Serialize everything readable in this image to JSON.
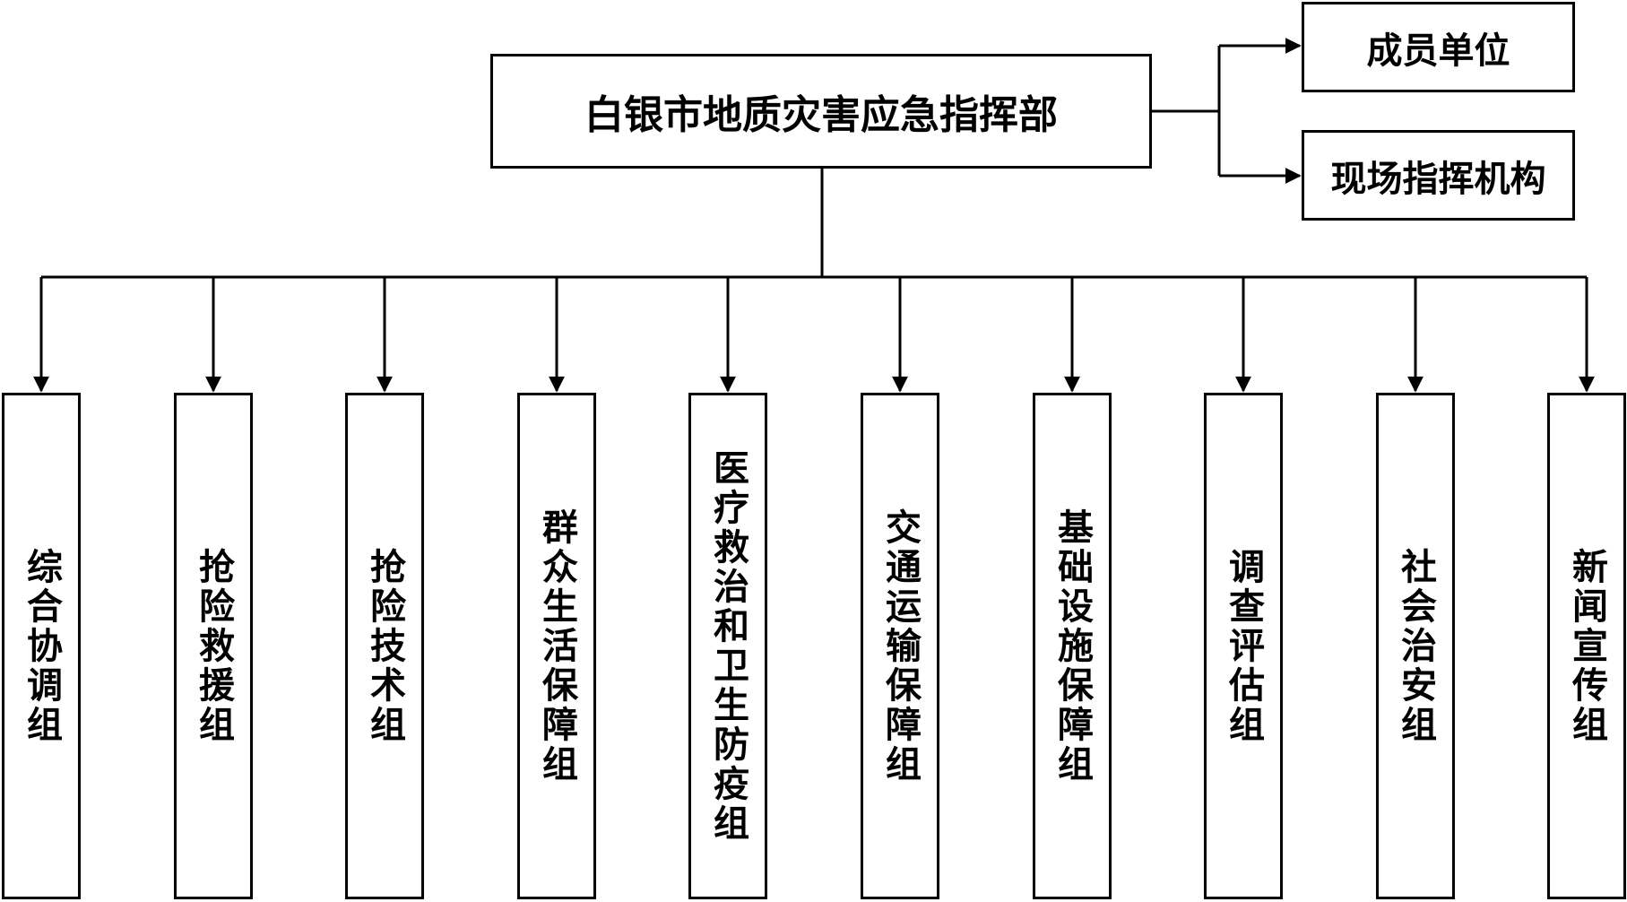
{
  "root": {
    "label": "白银市地质灾害应急指挥部"
  },
  "side_nodes": [
    {
      "label": "成员单位"
    },
    {
      "label": "现场指挥机构"
    }
  ],
  "groups": [
    {
      "label": "综合协调组"
    },
    {
      "label": "抢险救援组"
    },
    {
      "label": "抢险技术组"
    },
    {
      "label": "群众生活保障组"
    },
    {
      "label": "医疗救治和卫生防疫组"
    },
    {
      "label": "交通运输保障组"
    },
    {
      "label": "基础设施保障组"
    },
    {
      "label": "调查评估组"
    },
    {
      "label": "社会治安组"
    },
    {
      "label": "新闻宣传组"
    }
  ]
}
